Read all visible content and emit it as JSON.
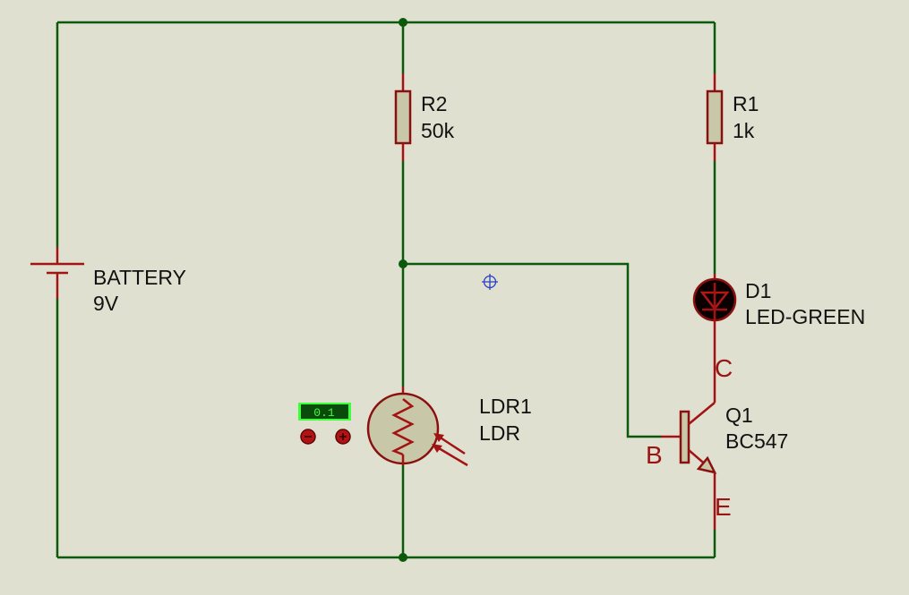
{
  "components": {
    "battery": {
      "ref": "BATTERY",
      "value": "9V"
    },
    "r2": {
      "ref": "R2",
      "value": "50k"
    },
    "r1": {
      "ref": "R1",
      "value": "1k"
    },
    "d1": {
      "ref": "D1",
      "value": "LED-GREEN"
    },
    "ldr1": {
      "ref": "LDR1",
      "value": "LDR",
      "light_level": "0.1"
    },
    "q1": {
      "ref": "Q1",
      "value": "BC547",
      "pin_c": "C",
      "pin_b": "B",
      "pin_e": "E"
    }
  },
  "colors": {
    "background": "#e0e0d1",
    "wire": "#0b5a0b",
    "component": "#8a1010",
    "meter_text": "#3cff3c"
  },
  "icons": {
    "cursor": "crosshair-icon",
    "light_buttons": [
      "decrease-light-icon",
      "increase-light-icon"
    ]
  }
}
